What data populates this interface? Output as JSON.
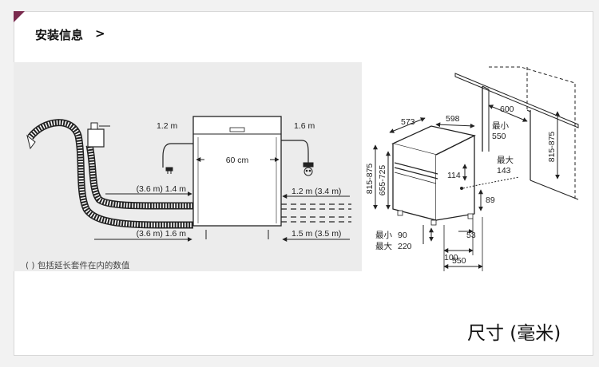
{
  "header": {
    "title": "安装信息",
    "arrow": ">"
  },
  "footer": {
    "caption": "尺寸 (毫米)"
  },
  "left_diagram": {
    "drain_left_upper": "(3.6 m) 1.4 m",
    "drain_left_lower": "(3.6 m) 1.6 m",
    "cable_left": "1.2 m",
    "width_label": "60 cm",
    "cable_right": "1.6 m",
    "inlet_right_upper": "1.2 m (3.4 m)",
    "inlet_right_lower": "1.5 m (3.5 m)",
    "note": "( ) 包括延长套件在内的数值"
  },
  "right_diagram": {
    "depth": "573",
    "width": "598",
    "niche_width": "600",
    "niche_min_label": "最小",
    "niche_min_value": "550",
    "height_range_outer": "815-875",
    "height_range_inner": "655-725",
    "niche_height_range": "815-875",
    "panel_dim": "114",
    "max_label": "最大",
    "max_value": "143",
    "plinth_height": "89",
    "min_label": "最小",
    "min_value": "90",
    "max_label_2": "最大",
    "max_value_2": "220",
    "foot_53": "53",
    "foot_100": "100",
    "foot_550": "550"
  }
}
